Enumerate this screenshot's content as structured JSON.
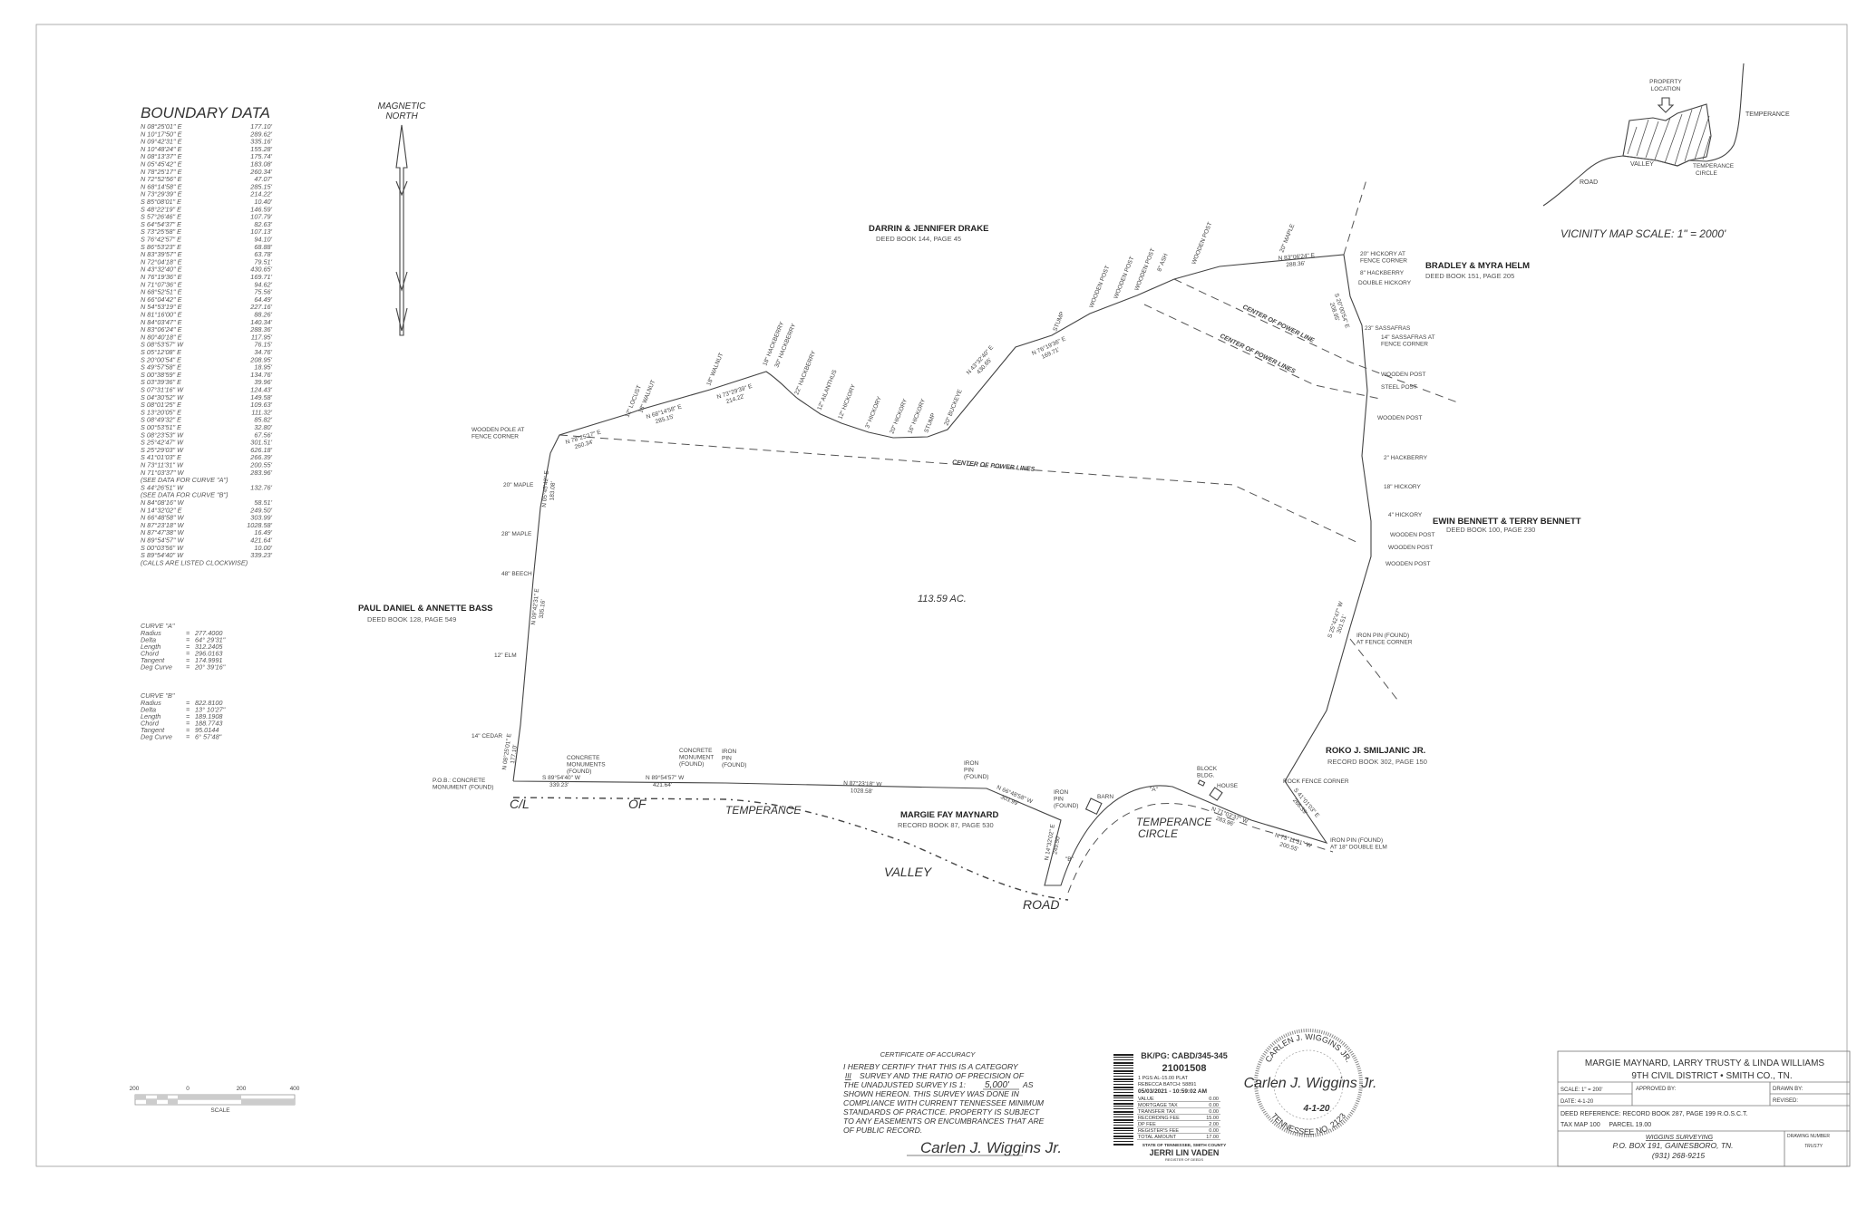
{
  "boundary_data": {
    "title": "BOUNDARY DATA",
    "rows": [
      {
        "b": "N 08°25'01\" E",
        "d": "177.10'"
      },
      {
        "b": "N 10°17'50\" E",
        "d": "289.62'"
      },
      {
        "b": "N 09°42'31\" E",
        "d": "335.16'"
      },
      {
        "b": "N 10°48'24\" E",
        "d": "155.28'"
      },
      {
        "b": "N 08°13'37\" E",
        "d": "175.74'"
      },
      {
        "b": "N 05°45'42\" E",
        "d": "183.08'"
      },
      {
        "b": "N 78°25'17\" E",
        "d": "260.34'"
      },
      {
        "b": "N 72°52'56\" E",
        "d": "47.07'"
      },
      {
        "b": "N 68°14'58\" E",
        "d": "285.15'"
      },
      {
        "b": "N 73°29'39\" E",
        "d": "214.22'"
      },
      {
        "b": "S 85°08'01\" E",
        "d": "10.40'"
      },
      {
        "b": "S 48°22'19\" E",
        "d": "146.59'"
      },
      {
        "b": "S 57°26'46\" E",
        "d": "107.79'"
      },
      {
        "b": "S 64°54'37\" E",
        "d": "82.63'"
      },
      {
        "b": "S 73°25'58\" E",
        "d": "107.13'"
      },
      {
        "b": "S 76°42'57\" E",
        "d": "94.10'"
      },
      {
        "b": "S 86°53'23\" E",
        "d": "68.88'"
      },
      {
        "b": "N 83°39'57\" E",
        "d": "63.78'"
      },
      {
        "b": "N 72°04'18\" E",
        "d": "79.51'"
      },
      {
        "b": "N 43°32'40\" E",
        "d": "430.65'"
      },
      {
        "b": "N 76°19'36\" E",
        "d": "169.71'"
      },
      {
        "b": "N 71°07'36\" E",
        "d": "94.62'"
      },
      {
        "b": "N 68°52'51\" E",
        "d": "75.56'"
      },
      {
        "b": "N 66°04'42\" E",
        "d": "64.49'"
      },
      {
        "b": "N 54°53'19\" E",
        "d": "227.16'"
      },
      {
        "b": "N 81°16'00\" E",
        "d": "88.26'"
      },
      {
        "b": "N 84°03'47\" E",
        "d": "140.34'"
      },
      {
        "b": "N 83°06'24\" E",
        "d": "288.36'"
      },
      {
        "b": "N 80°40'18\" E",
        "d": "117.95'"
      },
      {
        "b": "S 08°53'57\" W",
        "d": "76.15'"
      },
      {
        "b": "S 05°12'08\" E",
        "d": "34.76'"
      },
      {
        "b": "S 20°00'54\" E",
        "d": "208.95'"
      },
      {
        "b": "S 49°57'58\" E",
        "d": "18.95'"
      },
      {
        "b": "S 00°38'59\" E",
        "d": "134.76'"
      },
      {
        "b": "S 03°39'36\" E",
        "d": "39.96'"
      },
      {
        "b": "S 07°31'16\" W",
        "d": "124.43'"
      },
      {
        "b": "S 04°30'52\" W",
        "d": "149.58'"
      },
      {
        "b": "S 08°01'25\" E",
        "d": "109.63'"
      },
      {
        "b": "S 13°20'05\" E",
        "d": "111.32'"
      },
      {
        "b": "S 08°49'32\" E",
        "d": "85.82'"
      },
      {
        "b": "S 00°53'51\" E",
        "d": "32.80'"
      },
      {
        "b": "S 08°23'53\" W",
        "d": "67.56'"
      },
      {
        "b": "S 25°42'47\" W",
        "d": "301.51'"
      },
      {
        "b": "S 25°29'03\" W",
        "d": "626.18'"
      },
      {
        "b": "S 41°01'03\" E",
        "d": "266.39'"
      },
      {
        "b": "N 73°11'31\" W",
        "d": "200.55'"
      },
      {
        "b": "N 71°03'37\" W",
        "d": "283.96'"
      },
      {
        "b": "(SEE DATA FOR CURVE \"A\")",
        "d": ""
      },
      {
        "b": "S 44°26'51\" W",
        "d": "132.76'"
      },
      {
        "b": "(SEE DATA FOR CURVE \"B\")",
        "d": ""
      },
      {
        "b": "N 84°08'16\" W",
        "d": "58.51'"
      },
      {
        "b": "N 14°32'02\" E",
        "d": "249.50'"
      },
      {
        "b": "N 66°48'58\" W",
        "d": "303.99'"
      },
      {
        "b": "N 87°23'18\" W",
        "d": "1028.58'"
      },
      {
        "b": "N 87°47'38\" W",
        "d": "16.49'"
      },
      {
        "b": "N 89°54'57\" W",
        "d": "421.64'"
      },
      {
        "b": "S 00°03'56\" W",
        "d": "10.00'"
      },
      {
        "b": "S 89°54'40\" W",
        "d": "339.23'"
      },
      {
        "b": "(CALLS ARE LISTED CLOCKWISE)",
        "d": ""
      }
    ]
  },
  "curves": [
    {
      "title": "CURVE \"A\"",
      "rows": [
        [
          "Radius",
          "=",
          "277.4000"
        ],
        [
          "Delta",
          "=",
          "64° 29'31\""
        ],
        [
          "Length",
          "=",
          "312.2405"
        ],
        [
          "Chord",
          "=",
          "296.0163"
        ],
        [
          "Tangent",
          "=",
          "174.9991"
        ],
        [
          "Deg Curve",
          "=",
          "20° 39'16\""
        ]
      ]
    },
    {
      "title": "CURVE \"B\"",
      "rows": [
        [
          "Radius",
          "=",
          "822.8100"
        ],
        [
          "Delta",
          "=",
          "13° 10'27\""
        ],
        [
          "Length",
          "=",
          "189.1908"
        ],
        [
          "Chord",
          "=",
          "188.7743"
        ],
        [
          "Tangent",
          "=",
          "95.0144"
        ],
        [
          "Deg Curve",
          "=",
          "6° 57'48\""
        ]
      ]
    }
  ],
  "north_arrow": {
    "line1": "MAGNETIC",
    "line2": "NORTH"
  },
  "vicinity_map": {
    "property_location_1": "PROPERTY",
    "property_location_2": "LOCATION",
    "temperance": "TEMPERANCE",
    "valley": "VALLEY",
    "road": "ROAD",
    "circle_1": "TEMPERANCE",
    "circle_2": "CIRCLE",
    "scale": "VICINITY MAP SCALE: 1\" = 2000'"
  },
  "map": {
    "acreage": "113.59 AC.",
    "owners": [
      {
        "name": "DARRIN & JENNIFER DRAKE",
        "deed": "DEED BOOK 144, PAGE 45"
      },
      {
        "name": "BRADLEY & MYRA HELM",
        "deed": "DEED BOOK 151, PAGE 205"
      },
      {
        "name": "EWIN BENNETT & TERRY BENNETT",
        "deed": "DEED BOOK 100, PAGE 230"
      },
      {
        "name": "PAUL DANIEL & ANNETTE BASS",
        "deed": "DEED BOOK 128, PAGE 549"
      },
      {
        "name": "ROKO J. SMILJANIC JR.",
        "deed": "RECORD BOOK 302, PAGE 150"
      },
      {
        "name": "MARGIE FAY MAYNARD",
        "deed": "RECORD BOOK 87, PAGE 530"
      }
    ],
    "power_lines": [
      "CENTER OF POWER LINES",
      "CENTER OF POWER LINE",
      "CENTER OF POWER LINES"
    ],
    "roads": {
      "cl": "C/L",
      "of": "OF",
      "temperance": "TEMPERANCE",
      "valley": "VALLEY",
      "road": "ROAD",
      "circle1": "TEMPERANCE",
      "circle2": "CIRCLE"
    },
    "curve_a": "\"A\"",
    "curve_b": "\"B\"",
    "north_trees": [
      "12\" LOCUST",
      "18\" WALNUT",
      "18\" WALNUT",
      "18\" HACKBERRY",
      "30\" HACKBERRY",
      "22\" HACKBERRY",
      "12\" AILANTHUS",
      "12\" HICKORY",
      "3\" HICKORY",
      "20\" HICKORY",
      "16\" HICKORY",
      "STUMP",
      "20\" BUCKEYE",
      "STUMP",
      "WOODEN POST",
      "WOODEN POST",
      "WOODEN POST",
      "8\" ASH",
      "WOODEN POST",
      "20\" MAPLE"
    ],
    "east_markers": [
      "20\" HICKORY AT",
      "FENCE CORNER",
      "8\" HACKBERRY",
      "DOUBLE HICKORY",
      "23\" SASSAFRAS",
      "14\" SASSAFRAS AT",
      "FENCE CORNER",
      "WOODEN POST",
      "STEEL POST",
      "WOODEN POST",
      "2\" HACKBERRY",
      "18\" HICKORY",
      "4\" HICKORY",
      "WOODEN POST",
      "WOODEN POST",
      "WOODEN POST",
      "IRON PIN (FOUND)",
      "AT FENCE CORNER"
    ],
    "west_markers": [
      "WOODEN POLE AT",
      "FENCE CORNER",
      "20\" MAPLE",
      "28\" MAPLE",
      "48\" BEECH",
      "12\" ELM",
      "14\" CEDAR"
    ],
    "south_markers": [
      "P.O.B.: CONCRETE",
      "MONUMENT (FOUND)",
      "CONCRETE",
      "MONUMENTS",
      "(FOUND)",
      "CONCRETE",
      "MONUMENT",
      "(FOUND)",
      "IRON",
      "PIN",
      "(FOUND)",
      "IRON",
      "PIN",
      "(FOUND)",
      "IRON",
      "PIN",
      "(FOUND)",
      "BARN",
      "BLOCK",
      "BLDG.",
      "HOUSE",
      "ROCK FENCE CORNER",
      "IRON PIN (FOUND)",
      "AT 18\" DOUBLE ELM"
    ],
    "calls": [
      {
        "b": "N 78°25'17\" E",
        "d": "260.34'"
      },
      {
        "b": "N 68°14'58\" E",
        "d": "285.15'"
      },
      {
        "b": "N 73°29'39\" E",
        "d": "214.22'"
      },
      {
        "b": "N 43°32'40\" E",
        "d": "430.65'"
      },
      {
        "b": "N 76°19'36\" E",
        "d": "169.71'"
      },
      {
        "b": "N 83°06'24\" E",
        "d": "288.36'"
      },
      {
        "b": "S 20°00'54\" E",
        "d": "208.95'"
      },
      {
        "b": "S 25°42'47\" W",
        "d": "301.51'"
      },
      {
        "b": "S 41°01'03\" E",
        "d": "266.39'"
      },
      {
        "b": "N 73°11'31\" W",
        "d": "200.55'"
      },
      {
        "b": "N 71°03'37\" W",
        "d": "283.96'"
      },
      {
        "b": "N 14°32'02\" E",
        "d": "249.50'"
      },
      {
        "b": "N 66°48'58\" W",
        "d": "303.99'"
      },
      {
        "b": "N 87°23'18\" W",
        "d": "1028.58'"
      },
      {
        "b": "N 89°54'57\" W",
        "d": "421.64'"
      },
      {
        "b": "S 89°54'40\" W",
        "d": "339.23'"
      },
      {
        "b": "N 08°25'01\" E",
        "d": "177.10'"
      },
      {
        "b": "N 09°42'31\" E",
        "d": "335.16'"
      },
      {
        "b": "N 05°45'42\" E",
        "d": "183.08'"
      }
    ]
  },
  "scale_bar": {
    "t0": "200",
    "t1": "0",
    "t2": "200",
    "t3": "400",
    "label": "SCALE"
  },
  "certificate": {
    "title": "CERTIFICATE OF ACCURACY",
    "lines": [
      "I HEREBY CERTIFY THAT THIS IS A CATEGORY",
      "SURVEY AND THE RATIO OF PRECISION OF",
      "THE UNADJUSTED SURVEY IS 1:",
      "AS",
      "SHOWN HEREON. THIS SURVEY WAS DONE IN",
      "COMPLIANCE WITH CURRENT TENNESSEE MINIMUM",
      "STANDARDS OF PRACTICE. PROPERTY IS SUBJECT",
      "TO ANY EASEMENTS OR ENCUMBRANCES THAT ARE",
      "OF PUBLIC RECORD."
    ],
    "category": "III",
    "ratio": "5,000'",
    "signature": "Carlen J. Wiggins Jr."
  },
  "recording": {
    "bkpg": "BK/PG: CABD/345-345",
    "number": "21001508",
    "line1": "1 PGS:AL-15.00 PLAT",
    "batch": "REBECCA BATCH: 58891",
    "datetime": "05/03/2021 - 10:59:02 AM",
    "fees": [
      [
        "VALUE",
        "0.00"
      ],
      [
        "MORTGAGE TAX",
        "0.00"
      ],
      [
        "TRANSFER TAX",
        "0.00"
      ],
      [
        "RECORDING FEE",
        "15.00"
      ],
      [
        "DP FEE",
        "2.00"
      ],
      [
        "REGISTER'S FEE",
        "0.00"
      ],
      [
        "TOTAL AMOUNT",
        "17.00"
      ]
    ],
    "state": "STATE OF TENNESSEE, SMITH COUNTY",
    "register": "JERRI LIN VADEN",
    "register_title": "REGISTER OF DEEDS"
  },
  "seal": {
    "top": "CARLEN J. WIGGINS JR.",
    "bottom": "TENNESSEE NO. 2123",
    "signature": "Carlen J. Wiggins Jr.",
    "date": "4-1-20"
  },
  "title_block": {
    "owners": "MARGIE MAYNARD, LARRY TRUSTY & LINDA WILLIAMS",
    "district": "9TH CIVIL DISTRICT • SMITH CO., TN.",
    "scale": "SCALE: 1\" = 200'",
    "date": "DATE: 4-1-20",
    "approved": "APPROVED BY:",
    "drawn": "DRAWN BY:",
    "revised": "REVISED:",
    "deed_ref": "DEED REFERENCE: RECORD BOOK 287, PAGE 199 R.O.S.C.T.",
    "tax_map": "TAX MAP 100     PARCEL 19.00",
    "company": "WIGGINS SURVEYING",
    "address": "P.O. BOX 191, GAINESBORO, TN.",
    "phone": "(931) 268-9215",
    "drawing_no": "DRAWING NUMBER",
    "drawing_val": "TRUSTY"
  }
}
